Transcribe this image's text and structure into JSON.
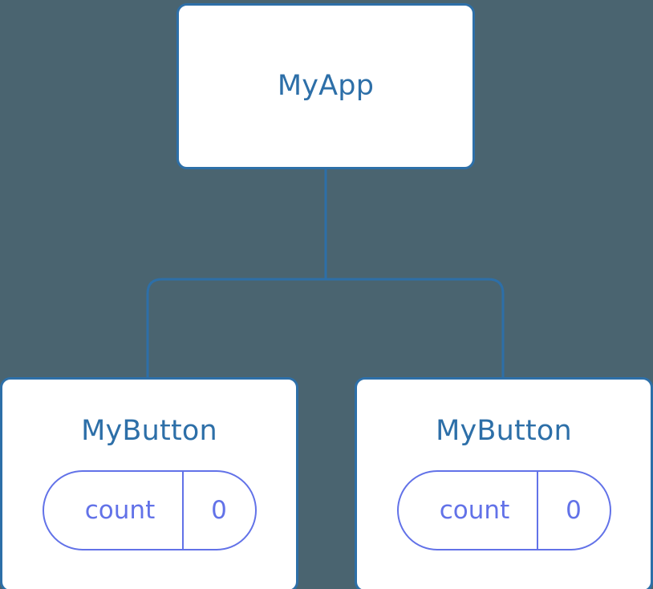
{
  "diagram": {
    "type": "component-tree",
    "background_color": "#4a6470",
    "node_color": "#2d6fa8",
    "state_color": "#6272e8",
    "root": {
      "name": "MyApp"
    },
    "children": [
      {
        "name": "MyButton",
        "state": {
          "key": "count",
          "value": "0"
        }
      },
      {
        "name": "MyButton",
        "state": {
          "key": "count",
          "value": "0"
        }
      }
    ],
    "edges": [
      {
        "from": "MyApp",
        "to": "MyButton-0"
      },
      {
        "from": "MyApp",
        "to": "MyButton-1"
      }
    ]
  }
}
